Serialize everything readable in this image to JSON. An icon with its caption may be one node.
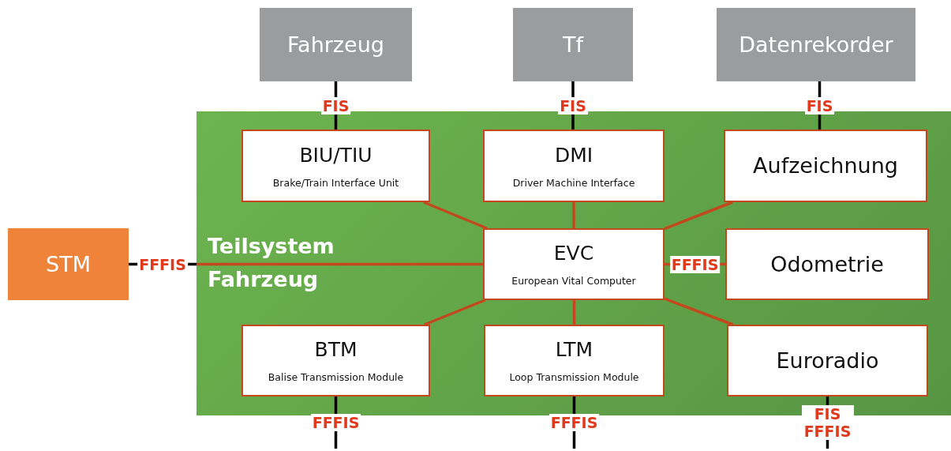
{
  "diagram": {
    "nodes": [
      {
        "text": [
          "Fahrzeug"
        ]
      },
      {
        "text": [
          "Tf"
        ]
      },
      {
        "text": [
          "Datenrekorder"
        ]
      },
      {
        "text": [
          "STM"
        ]
      },
      {
        "text": [
          "Teilsystem Fahrzeug"
        ]
      },
      {
        "text": [
          "BIU/TIU",
          "Brake/Train Interface Unit"
        ],
        "in": 4
      },
      {
        "text": [
          "DMI",
          "Driver Machine Interface"
        ],
        "in": 4
      },
      {
        "text": [
          "Aufzeichnung"
        ],
        "in": 4
      },
      {
        "text": [
          "EVC",
          "European Vital Computer"
        ],
        "in": 4
      },
      {
        "text": [
          "Odometrie"
        ],
        "in": 4
      },
      {
        "text": [
          "BTM",
          "Balise Transmission Module"
        ],
        "in": 4
      },
      {
        "text": [
          "LTM",
          "Loop Transmission Module"
        ],
        "in": 4
      },
      {
        "text": [
          "Euroradio"
        ],
        "in": 4
      }
    ],
    "edges": [
      {
        "from": 0,
        "to": 5,
        "arrow": "none",
        "label": "FIS",
        "color": "#000000"
      },
      {
        "from": 1,
        "to": 6,
        "arrow": "none",
        "label": "FIS",
        "color": "#000000"
      },
      {
        "from": 2,
        "to": 7,
        "arrow": "none",
        "label": "FIS",
        "color": "#000000"
      },
      {
        "from": 3,
        "to": 4,
        "arrow": "none",
        "label": "FFFIS",
        "color": "#000000"
      },
      {
        "from": 4,
        "to": 8,
        "arrow": "none"
      },
      {
        "from": 5,
        "to": 8,
        "arrow": "none"
      },
      {
        "from": 6,
        "to": 8,
        "arrow": "none"
      },
      {
        "from": 7,
        "to": 8,
        "arrow": "none"
      },
      {
        "from": 8,
        "to": 9,
        "arrow": "none",
        "label": "FFFIS"
      },
      {
        "from": 8,
        "to": 10,
        "arrow": "none"
      },
      {
        "from": 8,
        "to": 11,
        "arrow": "none"
      },
      {
        "from": 8,
        "to": 12,
        "arrow": "none"
      },
      {
        "from": 10,
        "to": null,
        "arrow": "none",
        "label": "FFFIS",
        "color": "#000000"
      },
      {
        "from": 11,
        "to": null,
        "arrow": "none",
        "label": "FFFIS",
        "color": "#000000"
      },
      {
        "from": 12,
        "to": null,
        "arrow": "none",
        "label": "FIS FFFIS",
        "color": "#000000"
      }
    ]
  }
}
